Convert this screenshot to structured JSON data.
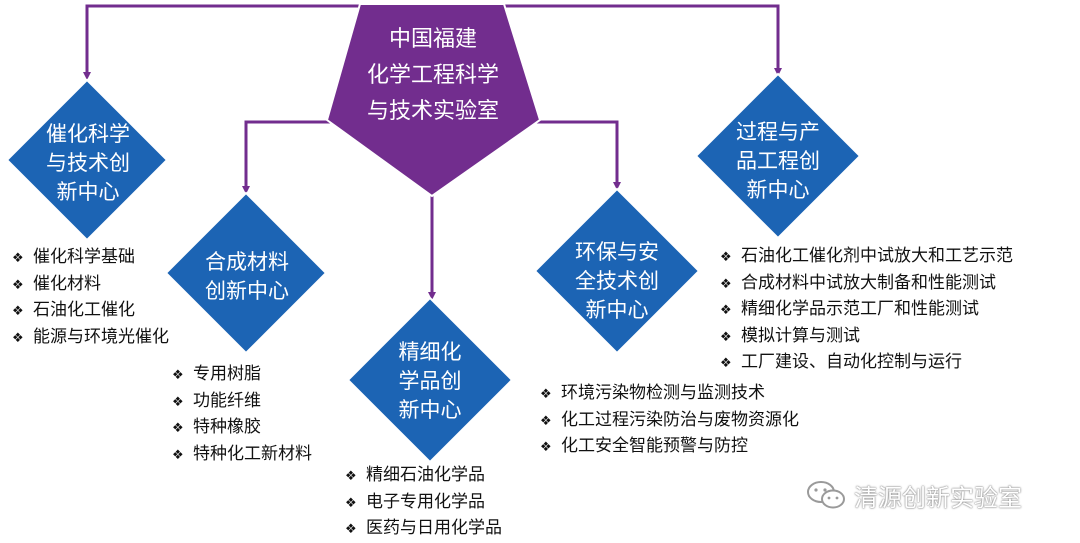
{
  "colors": {
    "center_fill": "#722d8e",
    "node_fill": "#1c64b4",
    "connector": "#722d8e"
  },
  "center": {
    "label": "中国福建\n化学工程科学\n与技术实验室"
  },
  "centers": [
    {
      "id": "catalysis",
      "label": "催化科学\n与技术创\n新中心",
      "items": [
        "催化科学基础",
        "催化材料",
        "石油化工催化",
        "能源与环境光催化"
      ]
    },
    {
      "id": "synthesis",
      "label": "合成材料\n创新中心",
      "items": [
        "专用树脂",
        "功能纤维",
        "特种橡胶",
        "特种化工新材料"
      ]
    },
    {
      "id": "fine",
      "label": "精细化\n学品创\n新中心",
      "items": [
        "精细石油化学品",
        "电子专用化学品",
        "医药与日用化学品"
      ]
    },
    {
      "id": "environment",
      "label": "环保与安\n全技术创\n新中心",
      "items": [
        "环境污染物检测与监测技术",
        "化工过程污染防治与废物资源化",
        "化工安全智能预警与防控"
      ]
    },
    {
      "id": "process",
      "label": "过程与产\n品工程创\n新中心",
      "items": [
        "石油化工催化剂中试放大和工艺示范",
        "合成材料中试放大制备和性能测试",
        "精细化学品示范工厂和性能测试",
        "模拟计算与测试",
        "工厂建设、自动化控制与运行"
      ]
    }
  ],
  "bullet_glyph": "❖",
  "watermark": {
    "icon": "wechat-icon",
    "text": "清源创新实验室"
  }
}
